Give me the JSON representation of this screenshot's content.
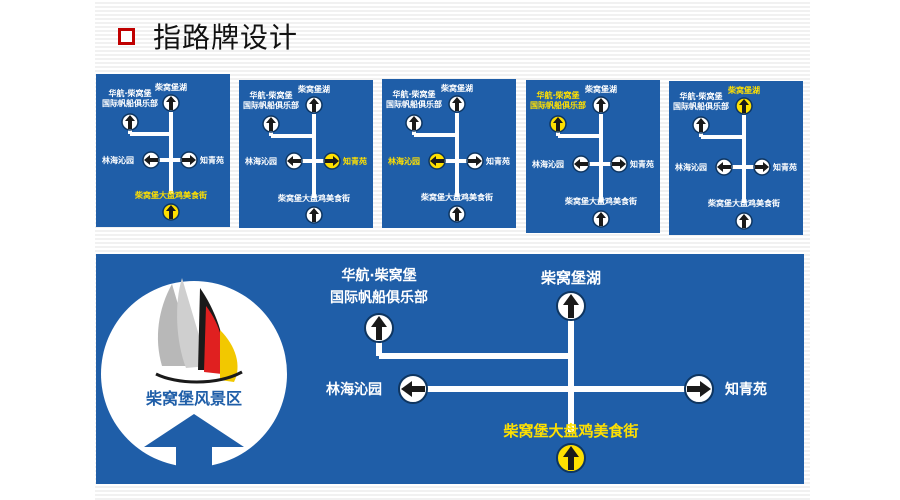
{
  "slide": {
    "title": "指路牌设计"
  },
  "colors": {
    "sign_blue": "#1f5ea8",
    "highlight": "#ffe000",
    "bullet": "#c00000"
  },
  "labels": {
    "lake": "柴窝堡湖",
    "club_line1": "华航·柴窝堡",
    "club_line2": "国际帆船俱乐部",
    "west": "林海沁园",
    "east": "知青苑",
    "food": "柴窝堡大盘鸡美食街",
    "scenic": "柴窝堡风景区"
  },
  "small_signs": [
    {
      "highlight": "food"
    },
    {
      "highlight": "east"
    },
    {
      "highlight": "west"
    },
    {
      "highlight": "club"
    },
    {
      "highlight": "lake"
    }
  ]
}
